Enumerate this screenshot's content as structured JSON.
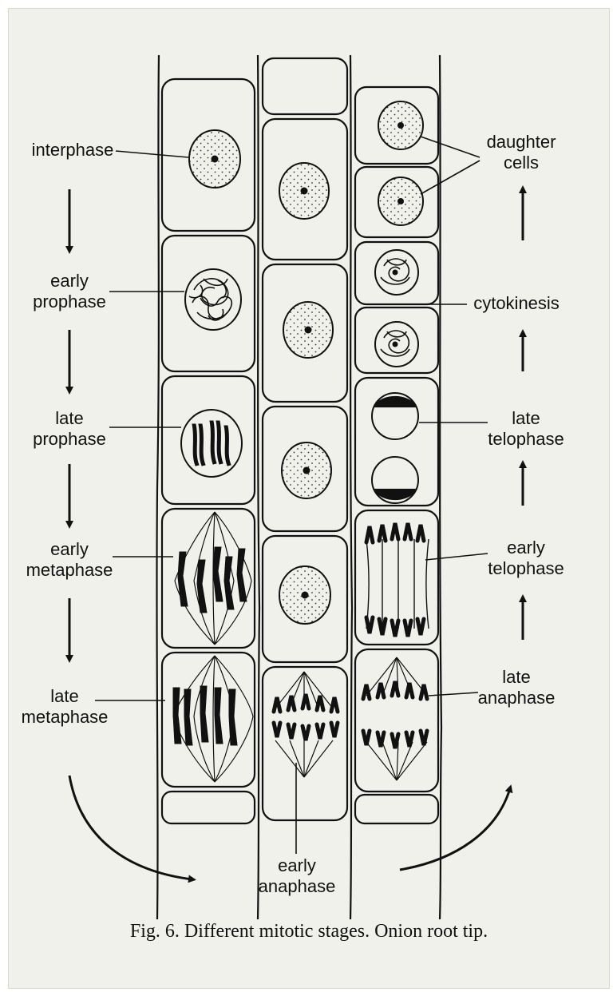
{
  "labels": {
    "interphase": "interphase",
    "early_prophase": [
      "early",
      "prophase"
    ],
    "late_prophase": [
      "late",
      "prophase"
    ],
    "early_metaphase": [
      "early",
      "metaphase"
    ],
    "late_metaphase": [
      "late",
      "metaphase"
    ],
    "early_anaphase": [
      "early",
      "anaphase"
    ],
    "late_anaphase": [
      "late",
      "anaphase"
    ],
    "early_telophase": [
      "early",
      "telophase"
    ],
    "late_telophase": [
      "late",
      "telophase"
    ],
    "cytokinesis": "cytokinesis",
    "daughter_cells": [
      "daughter",
      "cells"
    ]
  },
  "caption": "Fig. 6. Different mitotic stages. Onion root tip.",
  "colors": {
    "ink": "#111111",
    "paper": "#f1f1ec"
  }
}
